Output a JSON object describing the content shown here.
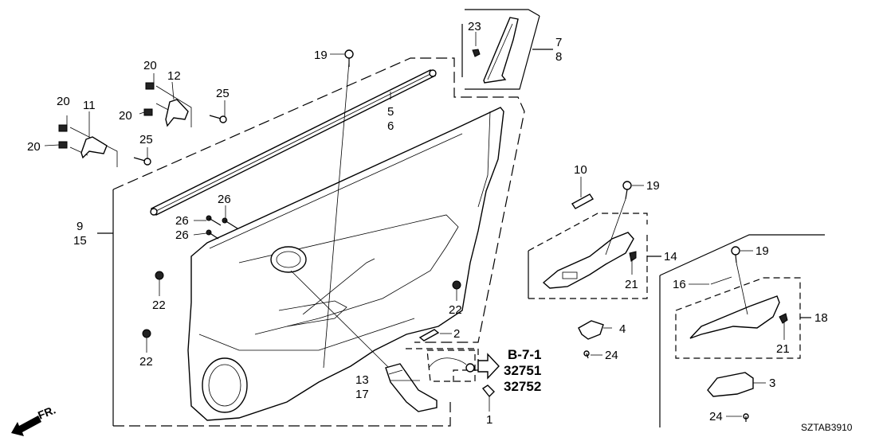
{
  "diagram": {
    "title_code": "SZTAB3910",
    "direction_label": "FR.",
    "reference": {
      "section": "B-7-1",
      "parts": [
        "32751",
        "32752"
      ]
    },
    "callouts": {
      "c1": "1",
      "c2": "2",
      "c3": "3",
      "c4": "4",
      "c5": "5",
      "c6": "6",
      "c7": "7",
      "c8": "8",
      "c9": "9",
      "c10": "10",
      "c11": "11",
      "c12": "12",
      "c13": "13",
      "c14": "14",
      "c15": "15",
      "c16": "16",
      "c17": "17",
      "c18": "18",
      "c19a": "19",
      "c19b": "19",
      "c19c": "19",
      "c20a": "20",
      "c20b": "20",
      "c20c": "20",
      "c20d": "20",
      "c21a": "21",
      "c21b": "21",
      "c22a": "22",
      "c22b": "22",
      "c22c": "22",
      "c23": "23",
      "c24a": "24",
      "c24b": "24",
      "c25a": "25",
      "c25b": "25",
      "c26a": "26",
      "c26b": "26",
      "c26c": "26"
    }
  }
}
